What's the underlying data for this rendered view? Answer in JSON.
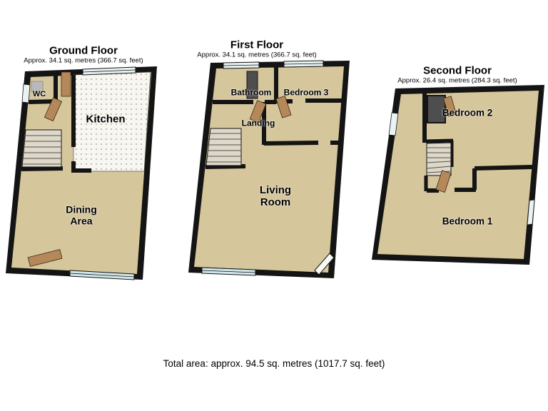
{
  "page": {
    "total_area": "Total area: approx. 94.5 sq. metres (1017.7 sq. feet)"
  },
  "floors": [
    {
      "title": "Ground Floor",
      "subtitle": "Approx. 34.1 sq. metres (366.7 sq. feet)",
      "rooms": [
        {
          "name": "WC"
        },
        {
          "name": "Kitchen"
        },
        {
          "name": "Dining Area"
        }
      ]
    },
    {
      "title": "First Floor",
      "subtitle": "Approx. 34.1 sq. metres (366.7 sq. feet)",
      "rooms": [
        {
          "name": "Bathroom"
        },
        {
          "name": "Bedroom 3"
        },
        {
          "name": "Landing"
        },
        {
          "name": "Living Room"
        }
      ]
    },
    {
      "title": "Second Floor",
      "subtitle": "Approx. 26.4 sq. metres (284.3 sq. feet)",
      "rooms": [
        {
          "name": "Bedroom 2"
        },
        {
          "name": "Bedroom 1"
        }
      ]
    }
  ],
  "colors": {
    "background": "#ffffff",
    "text": "#000000",
    "wall": "#141414",
    "floor": "#d5c69b",
    "kitchen_floor": "#f7f6f0",
    "window_glass": "#cfe7ea",
    "window_light": "#e9f3f4",
    "door_wood": "#b5885a",
    "stair": "#ded8ca",
    "closet_dark": "#4e4e4e"
  }
}
